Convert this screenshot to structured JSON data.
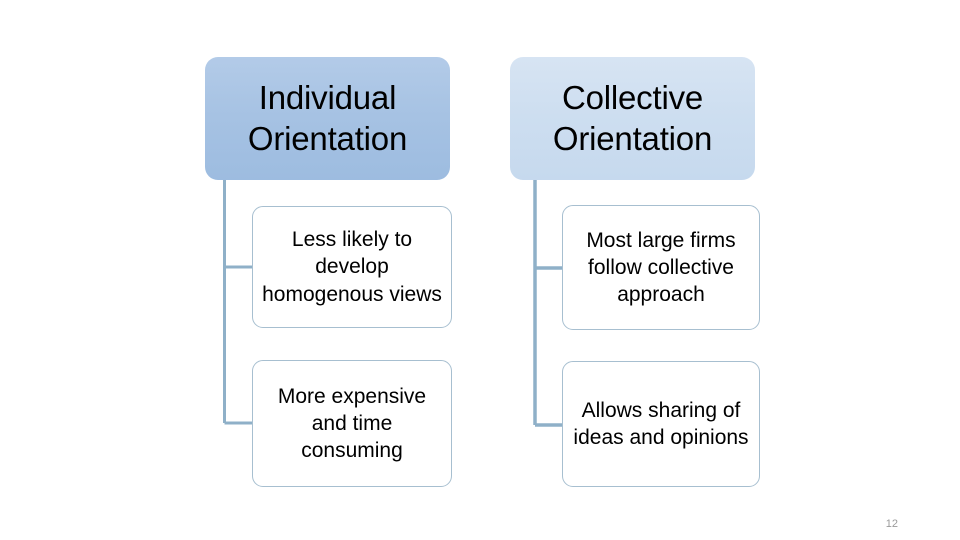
{
  "slide": {
    "background_color": "#ffffff",
    "page_number": "12",
    "page_number_color": "#9a9a9a"
  },
  "diagram": {
    "type": "hierarchy-two-column",
    "connector_color": "#8fb0c8",
    "child_border_color": "#a7bfd0",
    "child_fill_color": "#ffffff",
    "columns": [
      {
        "id": "individual-orientation",
        "header": {
          "label": "Individual Orientation",
          "fill_color": "#a6c2e3",
          "text_color": "#000000"
        },
        "children": [
          {
            "label": "Less likely to develop homogenous views"
          },
          {
            "label": "More expensive and time consuming"
          }
        ]
      },
      {
        "id": "collective-orientation",
        "header": {
          "label": "Collective Orientation",
          "fill_color": "#cddef0",
          "text_color": "#000000"
        },
        "children": [
          {
            "label": "Most large firms follow collective approach"
          },
          {
            "label": "Allows sharing of ideas and opinions"
          }
        ]
      }
    ]
  }
}
